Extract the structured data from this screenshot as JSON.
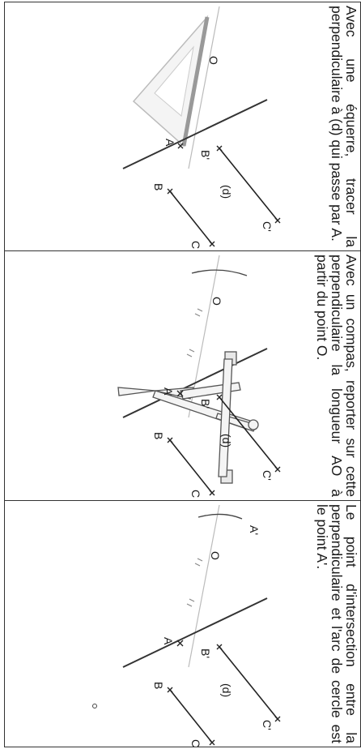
{
  "panels": [
    {
      "instruction": "Avec une équerre, tracer la perpendiculaire à (d) qui passe par A.",
      "labels": {
        "A": "A",
        "O": "O",
        "B": "B",
        "C": "C",
        "B_prime": "B'",
        "C_prime": "C'",
        "line_d": "(d)"
      }
    },
    {
      "instruction": "Avec un compas, reporter sur cette perpendiculaire la longueur AO à partir du point O.",
      "labels": {
        "A": "A",
        "O": "O",
        "B": "B",
        "C": "C",
        "B_prime": "B'",
        "C_prime": "C'",
        "line_d": "(d)"
      }
    },
    {
      "instruction": "Le point d'intersection entre la perpendiculaire et l'arc de cercle est le point A'.",
      "labels": {
        "A": "A",
        "A_prime": "A'",
        "O": "O",
        "B": "B",
        "C": "C",
        "B_prime": "B'",
        "C_prime": "C'",
        "line_d": "(d)"
      }
    }
  ]
}
